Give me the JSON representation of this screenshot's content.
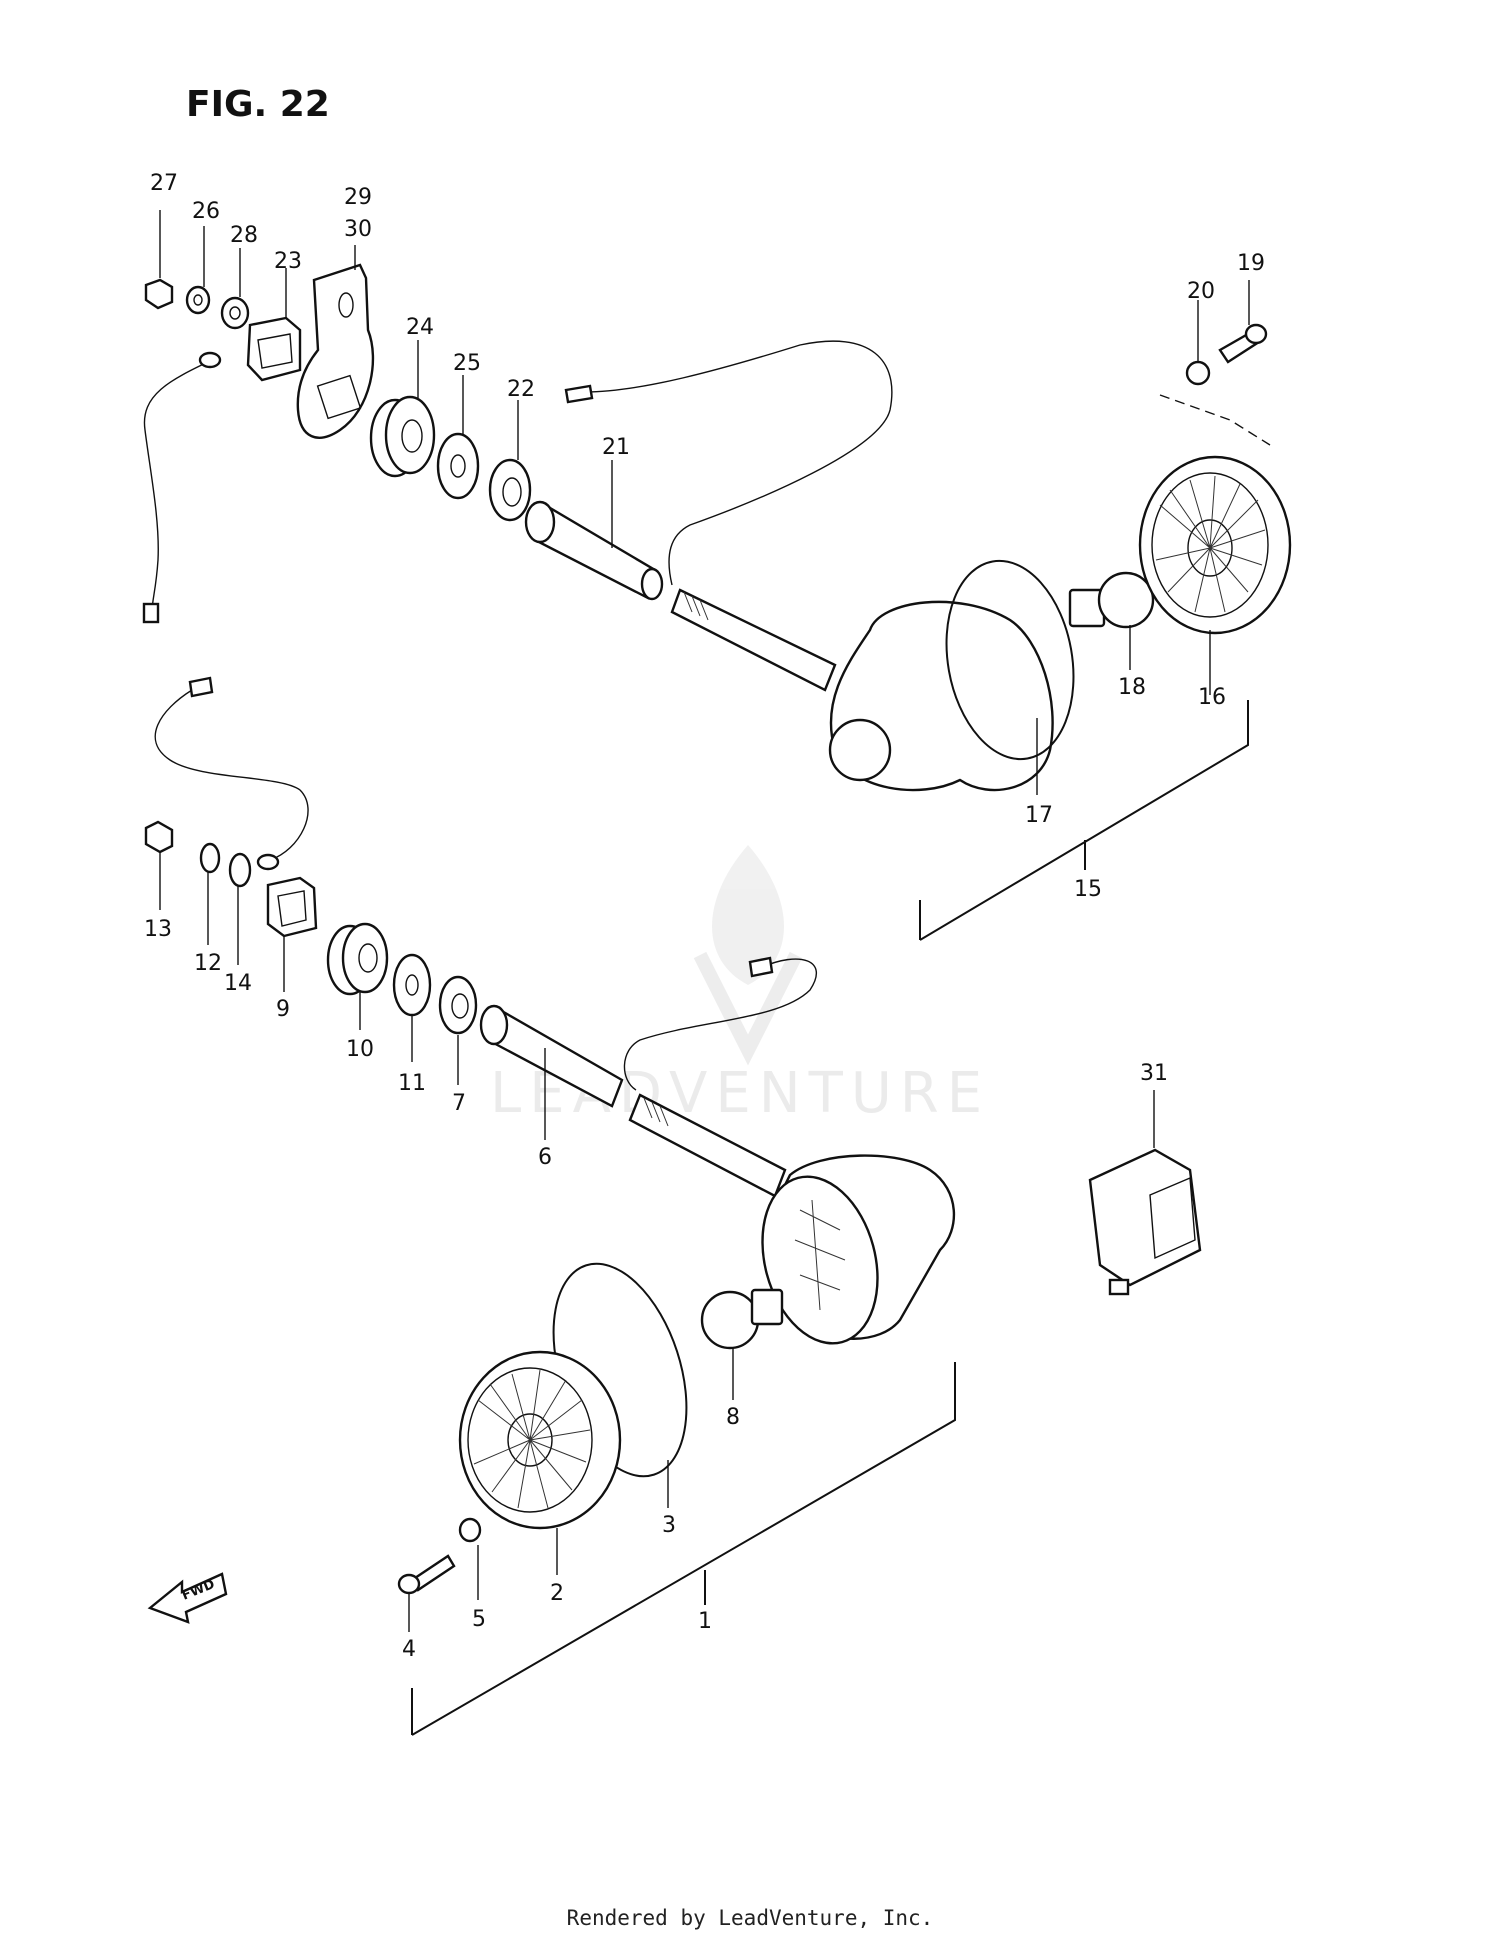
{
  "figure": {
    "title": "FIG. 22",
    "watermark": "LEADVENTURE",
    "footer": "Rendered by LeadVenture, Inc.",
    "fwd_label": "FWD"
  },
  "callouts": [
    "1",
    "2",
    "3",
    "4",
    "5",
    "6",
    "7",
    "8",
    "9",
    "10",
    "11",
    "12",
    "13",
    "14",
    "15",
    "16",
    "17",
    "18",
    "19",
    "20",
    "21",
    "22",
    "23",
    "24",
    "25",
    "26",
    "27",
    "28",
    "29",
    "30",
    "31"
  ]
}
